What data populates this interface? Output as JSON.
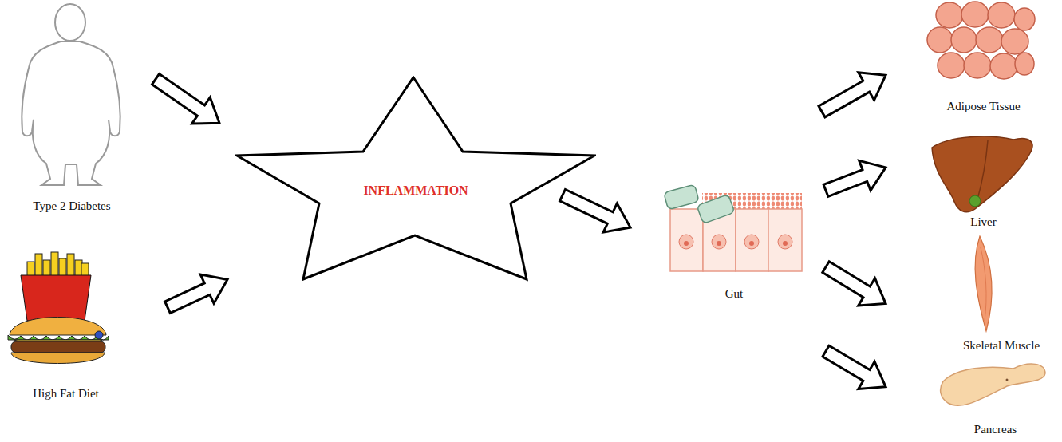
{
  "diagram": {
    "nodes": [
      {
        "text": [
          "Type 2 Diabetes"
        ]
      },
      {
        "text": [
          "High Fat Diet"
        ]
      },
      {
        "text": [
          "INFLAMMATION"
        ]
      },
      {
        "text": [
          "Gut"
        ]
      },
      {
        "text": [
          "Adipose Tissue"
        ]
      },
      {
        "text": [
          "Liver"
        ]
      },
      {
        "text": [
          "Skeletal Muscle"
        ]
      },
      {
        "text": [
          "Pancreas"
        ]
      }
    ],
    "edges": [
      {
        "from": 0,
        "to": 2,
        "arrow": "to"
      },
      {
        "from": 1,
        "to": 2,
        "arrow": "to"
      },
      {
        "from": 2,
        "to": 3,
        "arrow": "to"
      },
      {
        "from": 3,
        "to": 4,
        "arrow": "to"
      },
      {
        "from": 3,
        "to": 5,
        "arrow": "to"
      },
      {
        "from": 3,
        "to": 6,
        "arrow": "to"
      },
      {
        "from": 3,
        "to": 7,
        "arrow": "to"
      }
    ]
  }
}
